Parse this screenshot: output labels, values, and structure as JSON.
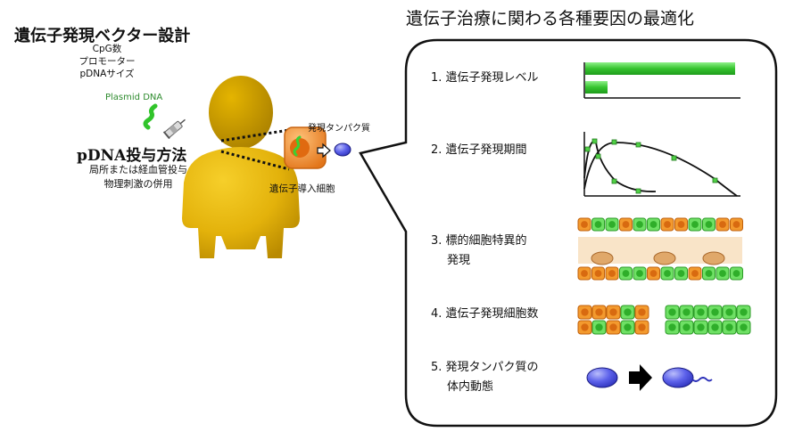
{
  "left": {
    "title": "遺伝子発現ベクター設計",
    "vector_params": [
      "CpG数",
      "プロモーター",
      "pDNAサイズ"
    ],
    "plasmid_label": "Plasmid DNA",
    "method_title": "pDNA投与方法",
    "method_lines": [
      "局所または経血管投与",
      "物理刺激の併用"
    ],
    "protein_label": "発現タンパク質",
    "cell_label": "遺伝子導入細胞"
  },
  "right": {
    "title": "遺伝子治療に関わる各種要因の最適化",
    "items": [
      {
        "lines": [
          "1. 遺伝子発現レベル"
        ]
      },
      {
        "lines": [
          "2. 遺伝子発現期間"
        ]
      },
      {
        "lines": [
          "3. 標的細胞特異的",
          "発現"
        ]
      },
      {
        "lines": [
          "4. 遺伝子発現細胞数"
        ]
      },
      {
        "lines": [
          "5. 発現タンパク質の",
          "体内動態"
        ]
      }
    ]
  },
  "colors": {
    "figure_body": "#e3b20b",
    "cell_orange": "#ef8a1c",
    "cell_green": "#5fd15a",
    "protein_blue": "#3a3ed6"
  },
  "icons": [
    "person-silhouette",
    "plasmid-dna-icon",
    "syringe-icon",
    "transfected-cell-icon",
    "protein-icon",
    "arrow-icon"
  ]
}
